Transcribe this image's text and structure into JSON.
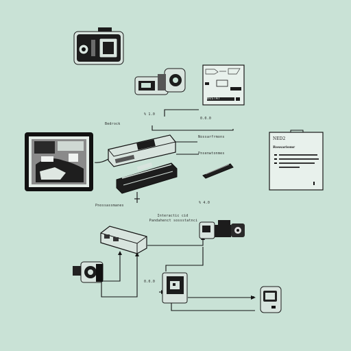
{
  "labels": {
    "top_center_version": "% 1.0",
    "top_right_version": "0.0.0",
    "left_caption": "Bedrock",
    "wire_caption_top": "Nossarfrmons",
    "wire_caption_bottom": "Pnsenwtonmes",
    "left_bottom_caption": "Pnossassmanes",
    "mid_version": "% 4.0",
    "center_caption_line1": "Interactic cid",
    "center_caption_line2": "Pandahenct sossstatnci",
    "bottom_version": "0.0.0"
  },
  "document": {
    "title": "NED2",
    "subtitle": "Rossariomr"
  },
  "panel_label": "BOSTAT"
}
